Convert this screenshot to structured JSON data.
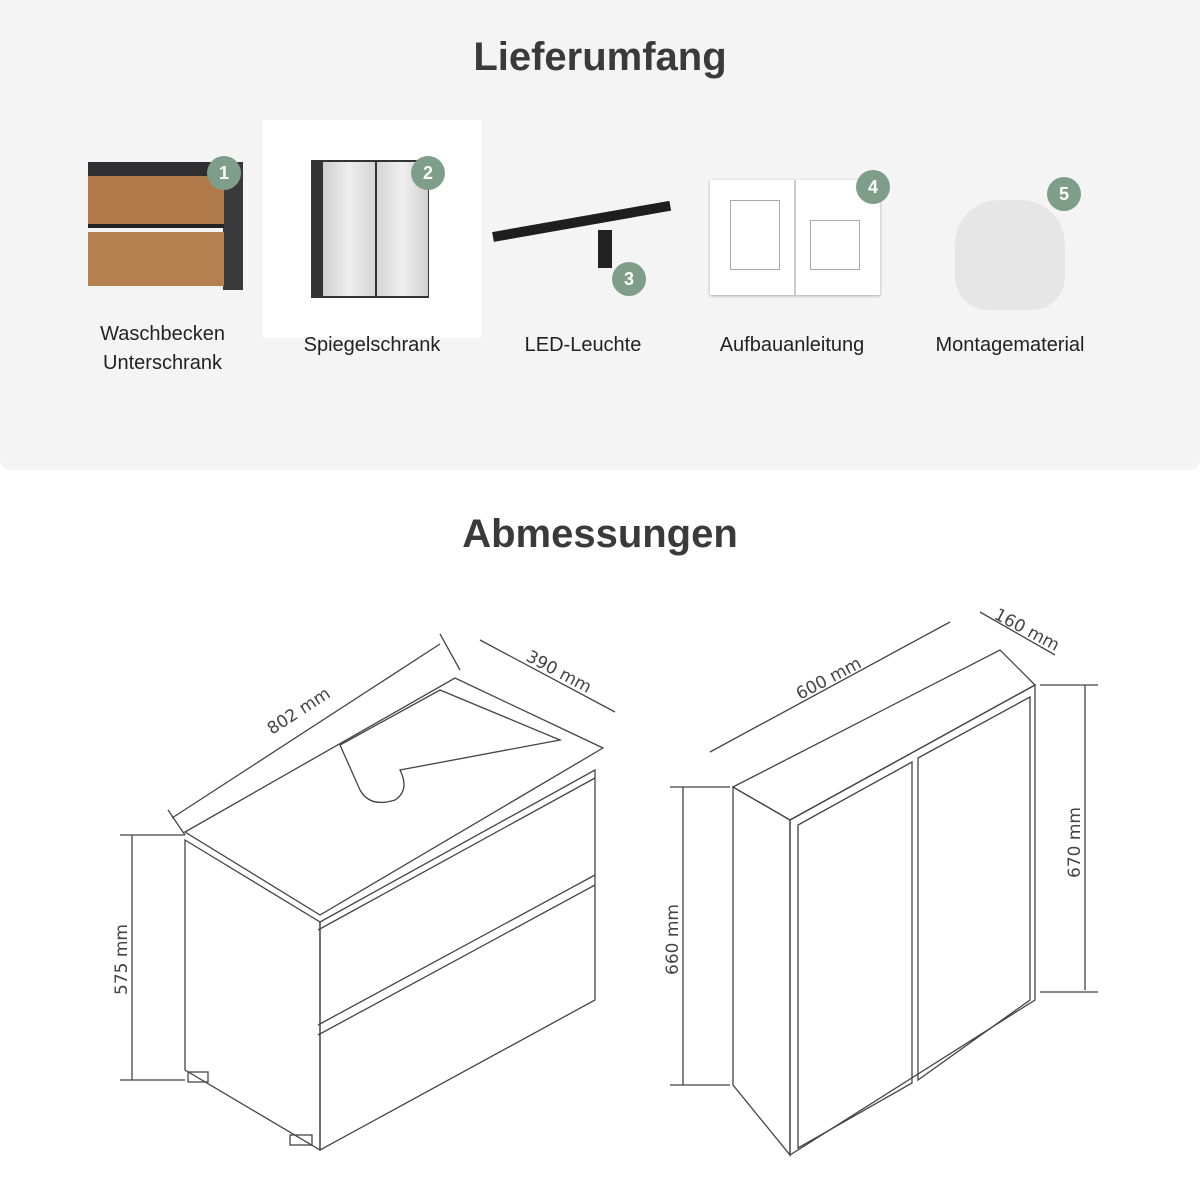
{
  "section1": {
    "title": "Lieferumfang"
  },
  "items": [
    {
      "number": "1",
      "label_line1": "Waschbecken",
      "label_line2": "Unterschrank"
    },
    {
      "number": "2",
      "label": "Spiegelschrank"
    },
    {
      "number": "3",
      "label": "LED-Leuchte"
    },
    {
      "number": "4",
      "label": "Aufbauanleitung"
    },
    {
      "number": "5",
      "label": "Montagematerial"
    }
  ],
  "section2": {
    "title": "Abmessungen"
  },
  "dimensions": {
    "cabinet": {
      "width": "802 mm",
      "depth": "390 mm",
      "height": "575 mm"
    },
    "mirror": {
      "width": "600 mm",
      "depth": "160 mm",
      "height_side": "660 mm",
      "height_front": "670 mm"
    }
  },
  "colors": {
    "badge": "#7f9e8a",
    "panel": "#f4f4f4"
  }
}
